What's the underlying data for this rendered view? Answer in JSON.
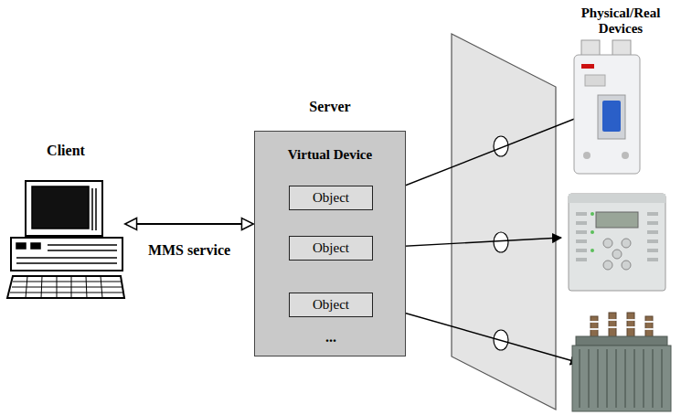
{
  "diagram": {
    "nodes": [
      {
        "text": [
          "Client"
        ]
      },
      {
        "text": [
          "Server",
          "Virtual Device"
        ]
      },
      {
        "text": [
          "Object"
        ],
        "in": 1
      },
      {
        "text": [
          "Object"
        ],
        "in": 1
      },
      {
        "text": [
          "Object"
        ],
        "in": 1
      }
    ],
    "edges": [
      {
        "from": 0,
        "to": 1,
        "arrow": "both",
        "label": "MMS service"
      }
    ],
    "labels": [
      "Physical/Real Devices",
      "..."
    ]
  }
}
